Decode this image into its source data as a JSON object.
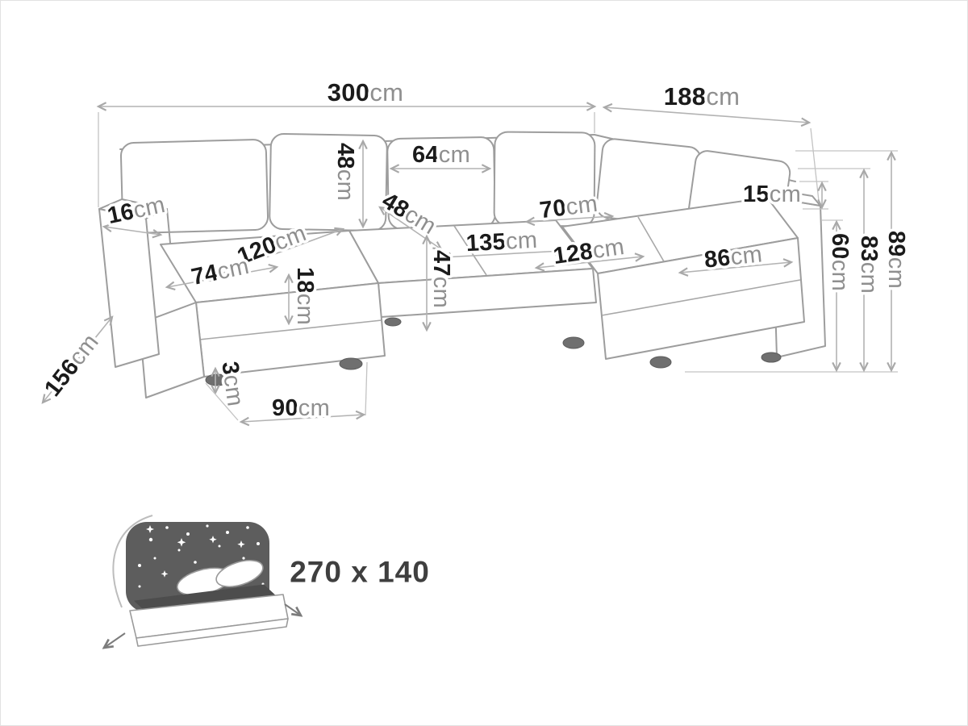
{
  "diagram": {
    "dims": {
      "d300": {
        "value": "300",
        "unit": "cm"
      },
      "d188": {
        "value": "188",
        "unit": "cm"
      },
      "d48_back": {
        "value": "48",
        "unit": "cm"
      },
      "d64": {
        "value": "64",
        "unit": "cm"
      },
      "d16": {
        "value": "16",
        "unit": "cm"
      },
      "d15": {
        "value": "15",
        "unit": "cm"
      },
      "d48_seat": {
        "value": "48",
        "unit": "cm"
      },
      "d70": {
        "value": "70",
        "unit": "cm"
      },
      "d120": {
        "value": "120",
        "unit": "cm"
      },
      "d135": {
        "value": "135",
        "unit": "cm"
      },
      "d128": {
        "value": "128",
        "unit": "cm"
      },
      "d74": {
        "value": "74",
        "unit": "cm"
      },
      "d47": {
        "value": "47",
        "unit": "cm"
      },
      "d86": {
        "value": "86",
        "unit": "cm"
      },
      "d18": {
        "value": "18",
        "unit": "cm"
      },
      "d60": {
        "value": "60",
        "unit": "cm"
      },
      "d83": {
        "value": "83",
        "unit": "cm"
      },
      "d89": {
        "value": "89",
        "unit": "cm"
      },
      "d156": {
        "value": "156",
        "unit": "cm"
      },
      "d3": {
        "value": "3",
        "unit": "cm"
      },
      "d90": {
        "value": "90",
        "unit": "cm"
      }
    },
    "sleeping": {
      "size": "270 x 140"
    }
  }
}
